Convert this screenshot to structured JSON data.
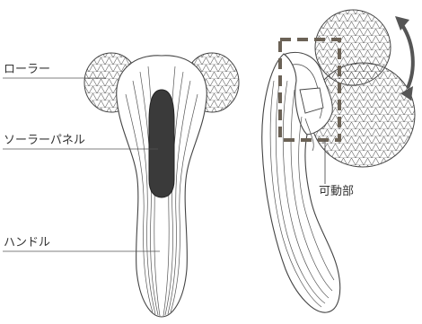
{
  "labels": {
    "roller": "ローラー",
    "solar_panel": "ソーラーパネル",
    "handle": "ハンドル",
    "movable_part": "可動部"
  },
  "colors": {
    "line": "#444444",
    "panel": "#3a3a3a",
    "dashed_box": "#6b6256",
    "arrow": "#555555",
    "label_text": "#333333"
  },
  "icons": {
    "rotation_arrow": "double-headed-curved-arrow"
  }
}
